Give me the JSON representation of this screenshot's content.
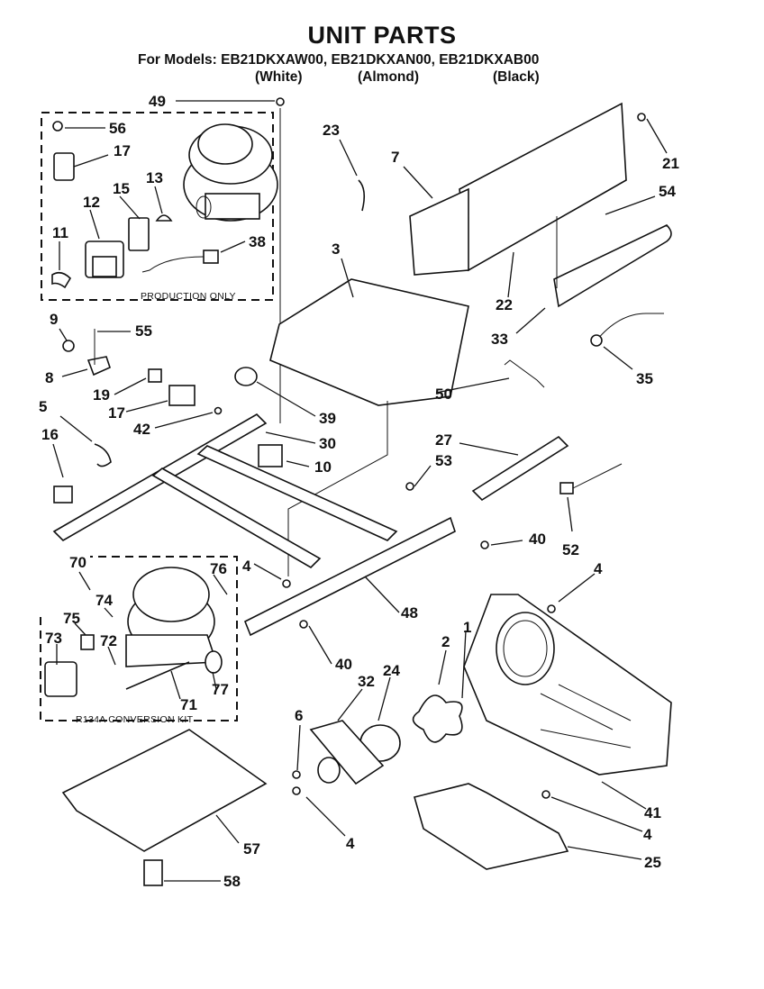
{
  "header": {
    "title": "UNIT PARTS",
    "models_line": "For Models: EB21DKXAW00, EB21DKXAN00, EB21DKXAB00",
    "colors": [
      "(White)",
      "(Almond)",
      "(Black)"
    ]
  },
  "kits": {
    "production": "PRODUCTION ONLY",
    "conversion": "R134A CONVERSION KIT"
  },
  "callouts": [
    "49",
    "56",
    "17",
    "15",
    "13",
    "12",
    "11",
    "38",
    "23",
    "7",
    "21",
    "54",
    "3",
    "22",
    "33",
    "35",
    "9",
    "55",
    "8",
    "19",
    "17",
    "42",
    "39",
    "50",
    "5",
    "16",
    "30",
    "10",
    "27",
    "53",
    "40",
    "52",
    "70",
    "76",
    "74",
    "75",
    "73",
    "72",
    "71",
    "77",
    "4",
    "48",
    "40",
    "1",
    "2",
    "32",
    "24",
    "6",
    "4",
    "41",
    "4",
    "57",
    "58",
    "25",
    "4"
  ]
}
